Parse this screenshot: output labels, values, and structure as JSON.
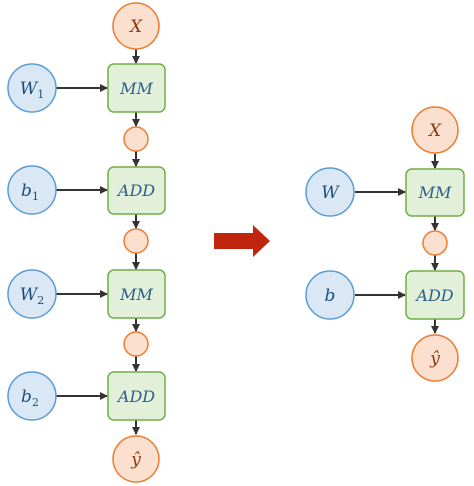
{
  "colors": {
    "op_fill": "#e2efd9",
    "op_stroke": "#70ad47",
    "op_text": "#2e5f8a",
    "param_fill": "#dae8f6",
    "param_stroke": "#5b9bd5",
    "param_text": "#1f4e79",
    "io_fill": "#fbe0d0",
    "io_stroke": "#ed7d31",
    "io_text": "#8a3b12",
    "arrow": "#333333",
    "transform_arrow": "#c0260e"
  },
  "left_graph": {
    "input": "X",
    "output": "ŷ",
    "ops": [
      {
        "label": "MM",
        "param": "W",
        "param_sub": "1"
      },
      {
        "label": "ADD",
        "param": "b",
        "param_sub": "1"
      },
      {
        "label": "MM",
        "param": "W",
        "param_sub": "2"
      },
      {
        "label": "ADD",
        "param": "b",
        "param_sub": "2"
      }
    ]
  },
  "right_graph": {
    "input": "X",
    "output": "ŷ",
    "ops": [
      {
        "label": "MM",
        "param": "W"
      },
      {
        "label": "ADD",
        "param": "b"
      }
    ]
  },
  "transform_arrow_icon": "right-arrow-icon"
}
